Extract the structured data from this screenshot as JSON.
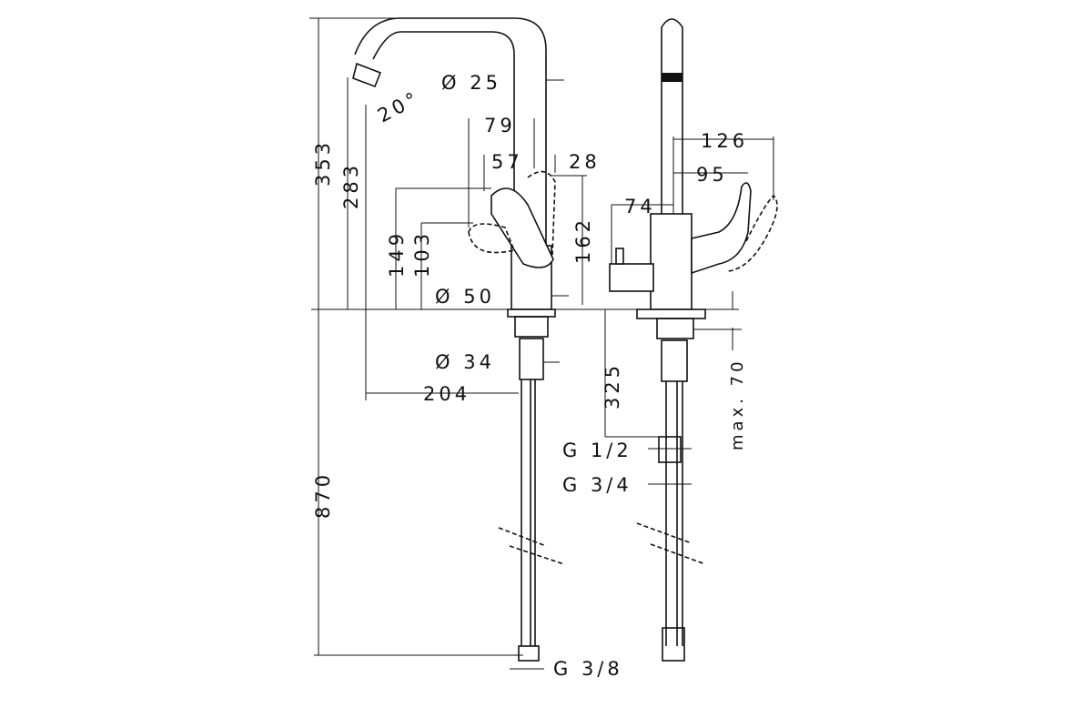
{
  "title": "Kitchen mixer tap dimension drawing",
  "dimensions": {
    "total_height": "353",
    "outlet_height": "283",
    "outlet_angle": "20°",
    "spout_diameter": "Ø 25",
    "handle_reach_79": "79",
    "handle_reach_57": "57",
    "handle_offset_28": "28",
    "handle_height_149": "149",
    "handle_height_103": "103",
    "handle_height_162": "162",
    "body_diameter": "Ø 50",
    "shank_diameter": "Ø 34",
    "spout_reach": "204",
    "hose_length": "870",
    "side_126": "126",
    "side_95": "95",
    "side_74": "74",
    "connection_325": "325",
    "max_thickness": "max. 70",
    "thread_g12": "G 1/2",
    "thread_g34": "G 3/4",
    "thread_g38": "G 3/8"
  }
}
